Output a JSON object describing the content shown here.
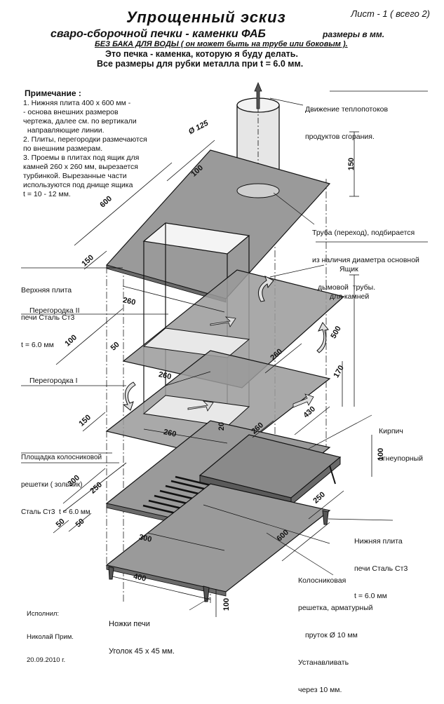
{
  "header": {
    "title": "Упрощенный  эскиз",
    "sheet": "Лист - 1 ( всего 2)",
    "subtitle": "сваро-сборочной печки - каменки ФАБ",
    "units": "размеры в мм.",
    "no_tank": "БЕЗ БАКА ДЛЯ ВОДЫ ( он может быть на трубе или боковым ).",
    "line1": "Это печка - каменка,   которую я буду делать.",
    "line2": "Все размеры для рубки металла  при t = 6.0 мм."
  },
  "note": {
    "heading": "Примечание :",
    "lines": [
      "1. Нижняя плита 400 х 600 мм -",
      "- основа внешних размеров",
      "чертежа, далее см. по вертикали",
      "  направляющие линии.",
      "2. Плиты, перегородки размечаются",
      "по внешним размерам.",
      "3. Проемы в плитах под ящик для",
      "камней 260 х 260 мм, вырезается",
      "турбинкой. Вырезанные части",
      "используются под днище ящика",
      "t = 10 - 12 мм."
    ]
  },
  "labels": {
    "flow": [
      "Движение теплопотоков",
      "продуктов сгорания."
    ],
    "pipe": [
      "Труба (переход), подбирается",
      "из наличия диаметра основной",
      "дымовой  трубы."
    ],
    "box": [
      "Ящик",
      "для камней"
    ],
    "top_plate": [
      "Верхняя плита",
      "печи Сталь Ст3",
      "t = 6.0 мм"
    ],
    "partition2": "Перегородка II",
    "partition1": "Перегородка I",
    "brick": [
      "Кирпич",
      "огнеупорный"
    ],
    "ashpit": [
      "Площадка колосниковой",
      "решетки ( зольник)",
      "Сталь Ст3  t = 6.0 мм"
    ],
    "bottom_plate": [
      "Нижняя плита",
      "печи Сталь Ст3",
      "t = 6.0 мм"
    ],
    "grate": [
      "Колосниковая",
      "решетка, арматурный",
      "пруток Ø 10 мм",
      "Устанавливать",
      "через 10 мм."
    ],
    "legs": [
      "Ножки печи",
      "Уголок 45 х 45 мм."
    ],
    "author": [
      "Исполнил:",
      "Николай Прим.",
      "20.09.2010 г."
    ]
  },
  "dims": {
    "d125": "Ø 125",
    "d150_pipe": "150",
    "d100_top": "100",
    "d600_top": "600",
    "d150_top": "150",
    "d260_a": "260",
    "d500": "500",
    "d100_p2": "100",
    "d50_p2": "50",
    "d260_b": "260",
    "d170": "170",
    "d260_c": "260",
    "d150_p1": "150",
    "d430": "430",
    "d260_d": "260",
    "d20": "20",
    "d260_e": "260",
    "d100_brick": "100",
    "d300_a": "300",
    "d250_a": "250",
    "d250_b": "250",
    "d50_a": "50",
    "d50_b": "50",
    "d300_b": "300",
    "d600_bot": "600",
    "d400": "400",
    "d100_leg": "100"
  }
}
